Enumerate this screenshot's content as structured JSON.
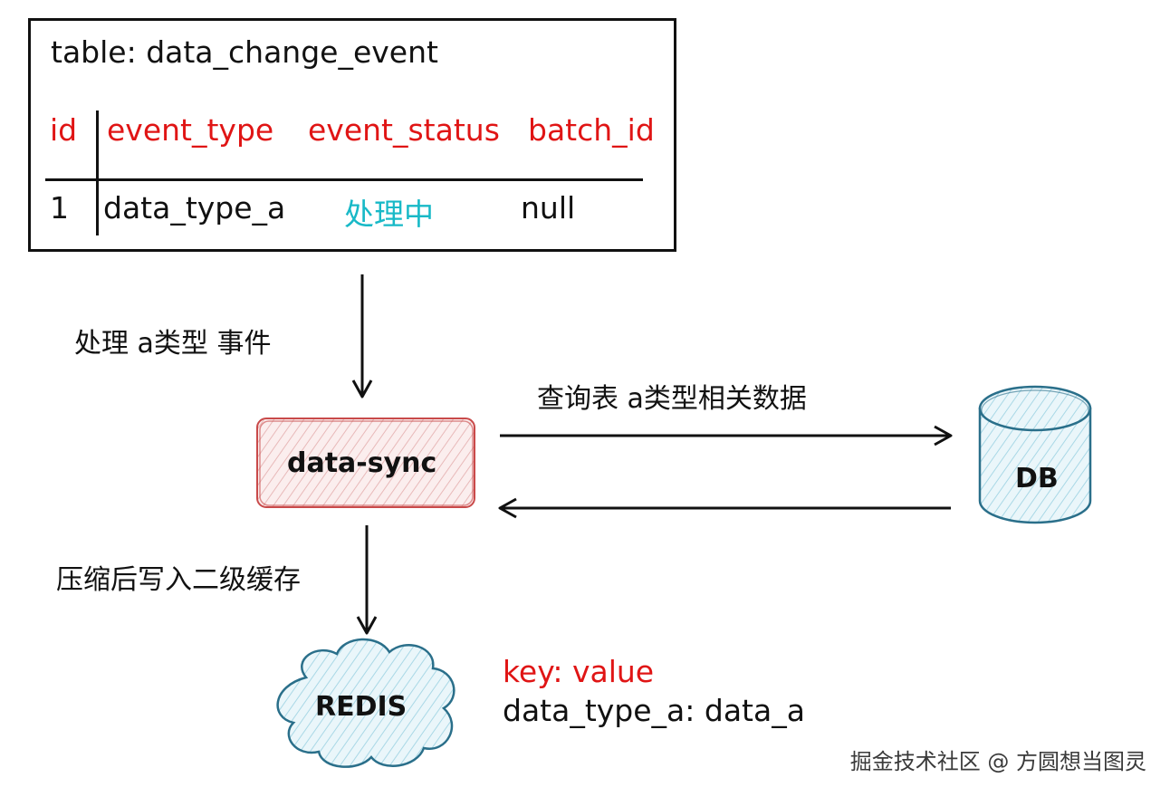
{
  "table": {
    "title": "table: data_change_event",
    "columns": [
      "id",
      "event_type",
      "event_status",
      "batch_id"
    ],
    "row": [
      "1",
      "data_type_a",
      "处理中",
      "null"
    ]
  },
  "flow": {
    "step1": "处理 a类型 事件",
    "query_label": "查询表 a类型相关数据",
    "step2": "压缩后写入二级缓存"
  },
  "nodes": {
    "sync": "data-sync",
    "db": "DB",
    "redis": "REDIS"
  },
  "cache_entry": {
    "key_line": "key: value",
    "value_line": "data_type_a: data_a"
  },
  "watermark": "掘金技术社区 @ 方圆想当图灵",
  "colors": {
    "header_red": "#e01515",
    "status_cyan": "#18b9c7",
    "sync_fill": "#f6dede",
    "sync_stroke": "#c94a4a",
    "storage_fill": "#d8eff7",
    "storage_stroke": "#2a6f8a"
  }
}
